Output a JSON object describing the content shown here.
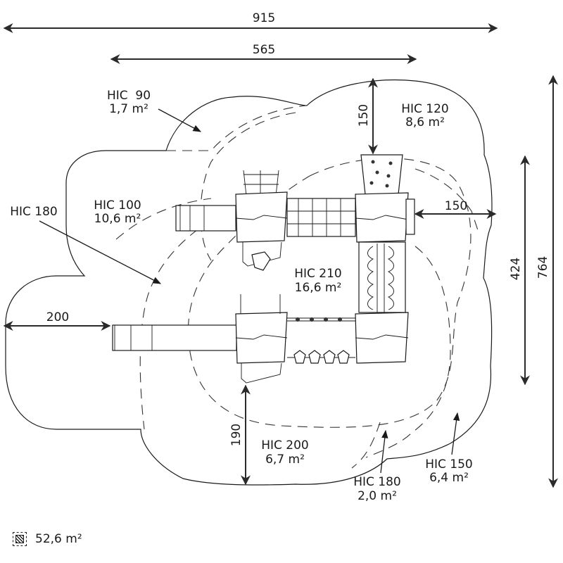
{
  "dimensions": {
    "total_width": "915",
    "structure_width": "565",
    "total_height": "764",
    "structure_height": "424",
    "top_clearance": "150",
    "right_clearance": "150",
    "left_clearance": "200",
    "bottom_clearance": "190"
  },
  "zones": [
    {
      "hic": "HIC  90",
      "area": "1,7 m²"
    },
    {
      "hic": "HIC 120",
      "area": "8,6 m²"
    },
    {
      "hic": "HIC 180",
      "area": ""
    },
    {
      "hic": "HIC 100",
      "area": "10,6 m²"
    },
    {
      "hic": "HIC 210",
      "area": "16,6 m²"
    },
    {
      "hic": "HIC 200",
      "area": "6,7 m²"
    },
    {
      "hic": "HIC 180",
      "area": "2,0 m²"
    },
    {
      "hic": "HIC 150",
      "area": "6,4 m²"
    }
  ],
  "legend": {
    "icon": "hatched-dashed-square-icon",
    "total_area": "52,6 m²"
  }
}
